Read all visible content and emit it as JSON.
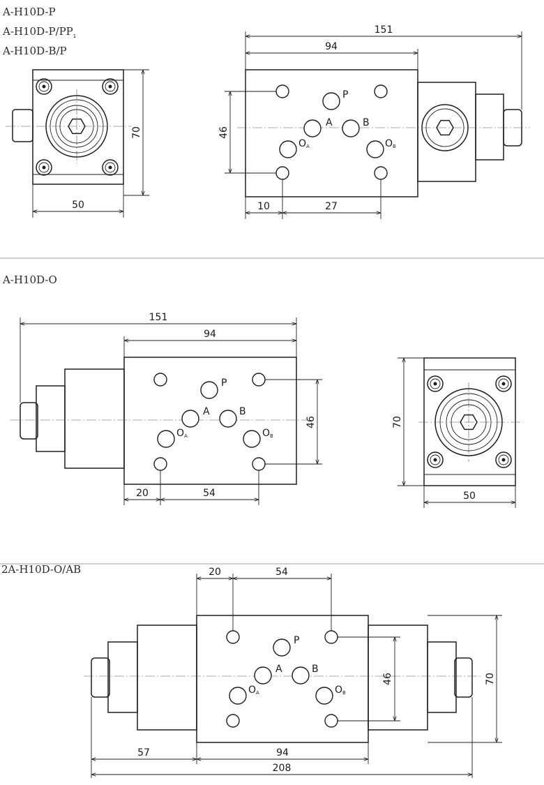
{
  "sections": [
    {
      "models": [
        "A-H10D-P",
        "A-H10D-P/PP",
        "A-H10D-B/P"
      ],
      "model_subscript": "1",
      "end_view": {
        "height": "70",
        "width": "50"
      },
      "side_view": {
        "overall": "151",
        "body": "94",
        "port_spacing": "46",
        "offset": "10",
        "pitch": "27"
      },
      "ports": {
        "p": "P",
        "a": "A",
        "b": "B",
        "oa": "O",
        "ob": "O",
        "sub_a": "A",
        "sub_b": "B"
      }
    },
    {
      "models": [
        "A-H10D-O"
      ],
      "side_view": {
        "overall": "151",
        "body": "94",
        "port_spacing": "46",
        "offset": "20",
        "pitch": "54"
      },
      "end_view": {
        "height": "70",
        "width": "50"
      },
      "ports": {
        "p": "P",
        "a": "A",
        "b": "B",
        "oa": "O",
        "ob": "O",
        "sub_a": "A",
        "sub_b": "B"
      }
    },
    {
      "models": [
        "2A-H10D-O/AB"
      ],
      "side_view": {
        "offset": "20",
        "pitch": "54",
        "port_spacing": "46",
        "height": "70",
        "left": "57",
        "body": "94",
        "overall": "208"
      },
      "ports": {
        "p": "P",
        "a": "A",
        "b": "B",
        "oa": "O",
        "ob": "O",
        "sub_a": "A",
        "sub_b": "B"
      }
    }
  ]
}
